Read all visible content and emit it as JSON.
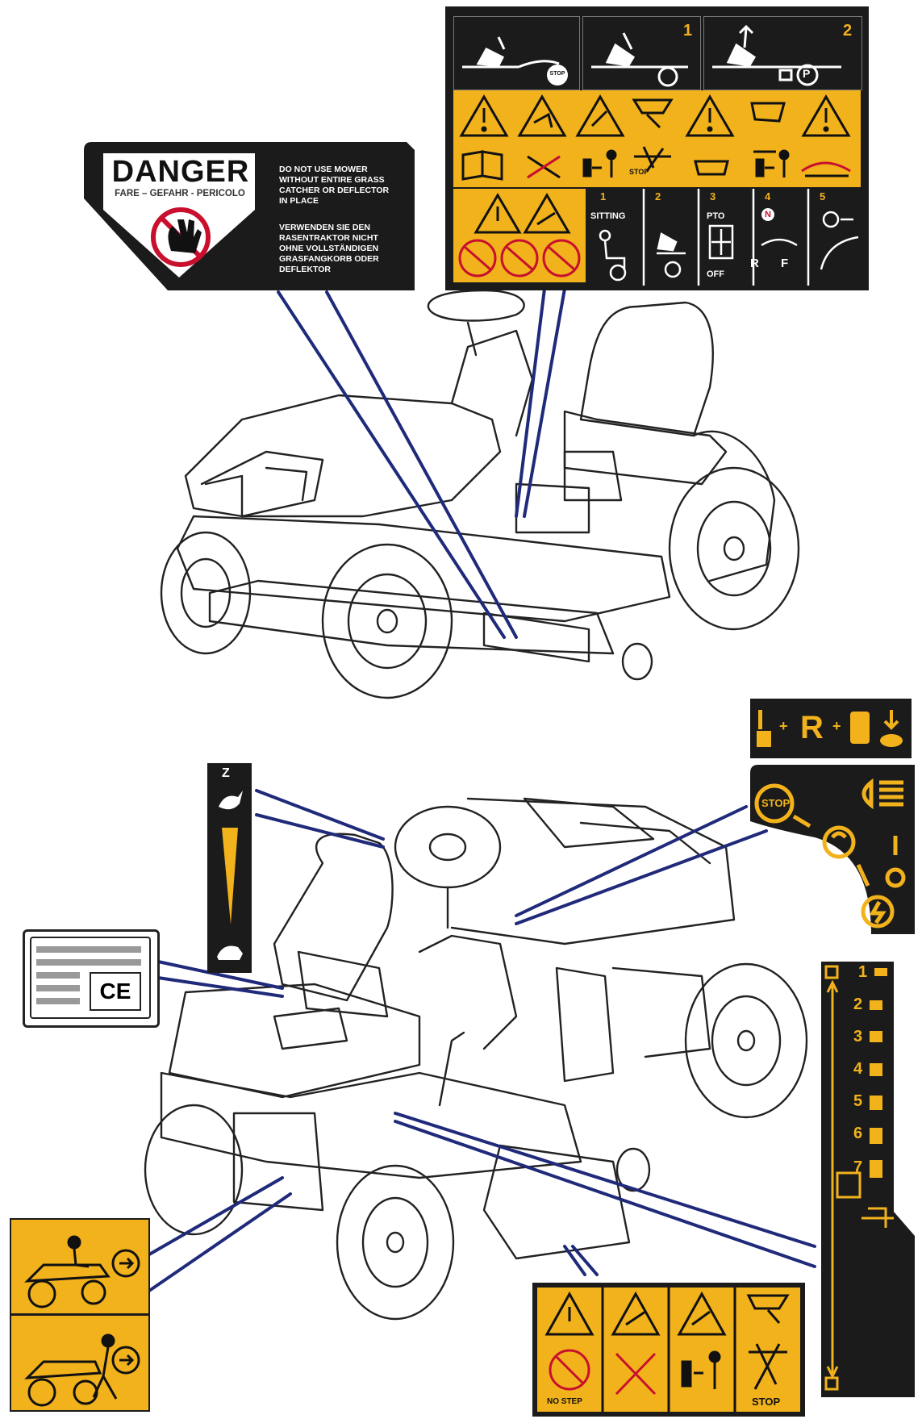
{
  "colors": {
    "label_yellow": "#f2b21c",
    "label_black": "#1b1b1b",
    "leader_blue": "#1f2a7a",
    "danger_red": "#c8102e"
  },
  "danger": {
    "title": "DANGER",
    "subtitle": "FARE – GEFAHR - PERICOLO",
    "english": [
      "DO NOT USE MOWER",
      "WITHOUT ENTIRE GRASS",
      "CATCHER OR DEFLECTOR",
      "IN PLACE"
    ],
    "german": [
      "VERWENDEN SIE DEN",
      "RASENTRAKTOR NICHT",
      "OHNE VOLLSTÄNDIGEN",
      "GRASFANGKORB ODER",
      "DEFLEKTOR"
    ]
  },
  "top_label": {
    "pedal_steps": [
      "1",
      "2"
    ],
    "stop_badge": "STOP",
    "park_badge": "P",
    "stop_text": "STOP",
    "numbers": [
      "1",
      "2",
      "3",
      "4",
      "5"
    ],
    "sitting": "SITTING",
    "pto": "PTO",
    "off": "OFF",
    "neutral": "N",
    "reverse": "R",
    "forward": "F"
  },
  "speed_label": {
    "top_glyph": "Z"
  },
  "ce_label": {
    "mark": "CE"
  },
  "reverse_label": {
    "letter": "R",
    "plus1": "+",
    "plus2": "+"
  },
  "ignition_label": {
    "stop": "STOP"
  },
  "height_label": {
    "levels": [
      "1",
      "2",
      "3",
      "4",
      "5",
      "6",
      "7"
    ]
  },
  "bottom_label": {
    "no_step": "NO STEP",
    "stop": "STOP"
  }
}
